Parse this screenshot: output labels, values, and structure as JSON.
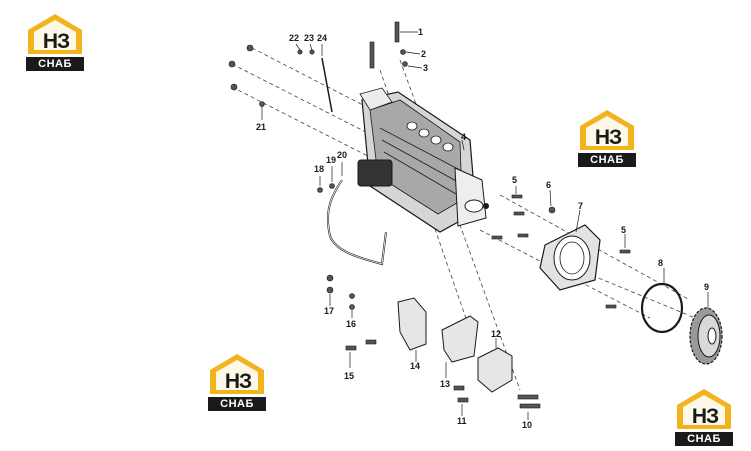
{
  "brand": {
    "letters": "НЗ",
    "word": "СНАБ",
    "accent_color": "#f2b41c",
    "dark_color": "#1a1a1a"
  },
  "callouts": [
    "1",
    "2",
    "3",
    "4",
    "5",
    "6",
    "7",
    "5",
    "8",
    "9",
    "10",
    "11",
    "12",
    "13",
    "14",
    "15",
    "16",
    "17",
    "18",
    "19",
    "20",
    "21",
    "22",
    "23",
    "24"
  ]
}
